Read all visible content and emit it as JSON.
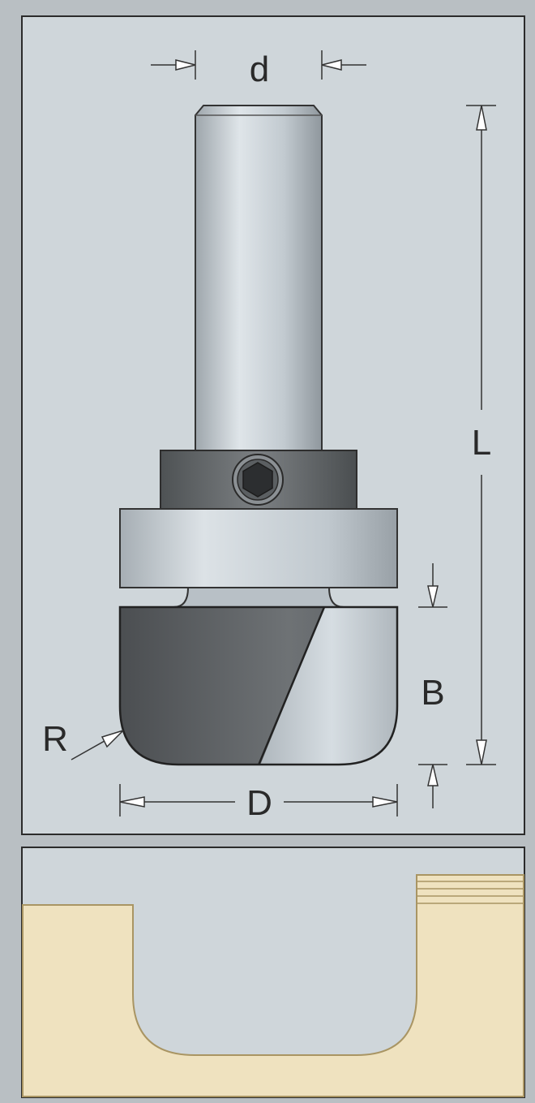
{
  "labels": {
    "shank_diameter": "d",
    "overall_length": "L",
    "cutting_length": "B",
    "corner_radius": "R",
    "cutting_diameter": "D"
  },
  "colors": {
    "paper": "#cfd6da",
    "frame": "#2b2b2b",
    "shank": "#c4ccd2",
    "collar": "#6d7174",
    "bearing": "#c3cbd1",
    "cutter_dark": "#5f6366",
    "cutter_light": "#c3cbd1",
    "workpiece": "#efe2bf",
    "workpiece_edge": "#a99563",
    "dimension_line": "#333333"
  },
  "icons": {
    "hex_socket": "hex-socket-icon",
    "arrow": "arrowhead-icon"
  }
}
